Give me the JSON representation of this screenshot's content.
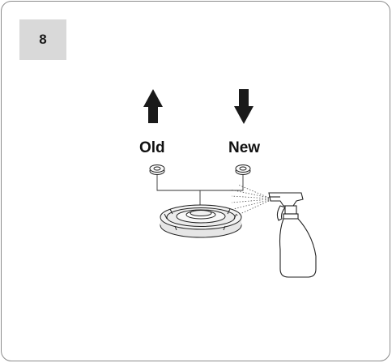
{
  "step": {
    "number": "8",
    "background": "#d9d9d9"
  },
  "labels": {
    "old": "Old",
    "new": "New"
  },
  "icons": {
    "arrow_up": "arrow-up-icon",
    "arrow_down": "arrow-down-icon",
    "spray_bottle": "spray-bottle-icon"
  },
  "colors": {
    "border": "#8c8c8c",
    "ink": "#1a1a1a"
  }
}
